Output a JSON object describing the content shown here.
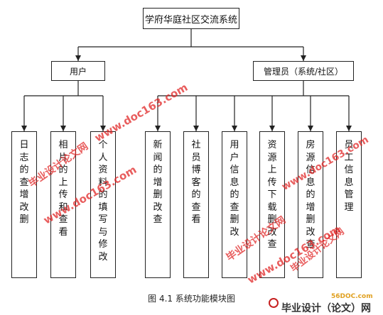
{
  "root": "学府华庭社区交流系统",
  "branches": [
    {
      "label": "用户",
      "leaves": [
        "日志的查增改删",
        "相片的上传和查看",
        "个人资料的填写与修改"
      ]
    },
    {
      "label": "管理员（系统/社区）",
      "leaves": [
        "新闻的增删改查",
        "社员博客的查看",
        "用户信息的查删改",
        "资源上传下载删改查",
        "房源信息的增删改查",
        "员工信息管理"
      ]
    }
  ],
  "caption": "图 4.1  系统功能模块图",
  "watermarks": [
    "www.doc163.com",
    "毕业设计论文网",
    "www.doc163.com",
    "www.doc163.com",
    "毕业设计论文网",
    "www.doc163.com",
    "毕业设计论文网"
  ],
  "logo": {
    "site": "56DOC.com",
    "name": "毕业设计（论文）网"
  },
  "colors": {
    "line": "#222222",
    "watermark": "#e02020"
  }
}
